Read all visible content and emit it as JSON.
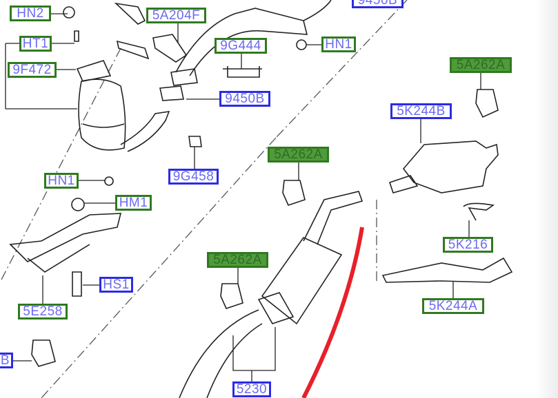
{
  "diagram": {
    "callouts": [
      {
        "part": "HN2",
        "style": "green"
      },
      {
        "part": "HT1",
        "style": "green"
      },
      {
        "part": "9F472",
        "style": "green"
      },
      {
        "part": "5A204F",
        "style": "green"
      },
      {
        "part": "9450B",
        "style": "blue"
      },
      {
        "part": "9G444",
        "style": "green"
      },
      {
        "part": "HN1",
        "style": "green"
      },
      {
        "part": "9450B",
        "style": "blue"
      },
      {
        "part": "5A262A",
        "style": "filled"
      },
      {
        "part": "5K244B",
        "style": "blue"
      },
      {
        "part": "5A262A",
        "style": "filled"
      },
      {
        "part": "9G458",
        "style": "blue"
      },
      {
        "part": "HN1",
        "style": "green"
      },
      {
        "part": "HM1",
        "style": "green"
      },
      {
        "part": "5K216",
        "style": "green"
      },
      {
        "part": "5A262A",
        "style": "filled"
      },
      {
        "part": "HS1",
        "style": "blue"
      },
      {
        "part": "5E258",
        "style": "green"
      },
      {
        "part": "5K244A",
        "style": "green"
      },
      {
        "part": "B",
        "style": "blue"
      },
      {
        "part": "5230",
        "style": "blue"
      }
    ],
    "colors": {
      "green_border": "#2f7a1f",
      "blue_border": "#2b2be6",
      "label_text": "#6b6bf0",
      "filled_bg": "#4f9b3a",
      "marker_red": "#e8202a"
    }
  }
}
